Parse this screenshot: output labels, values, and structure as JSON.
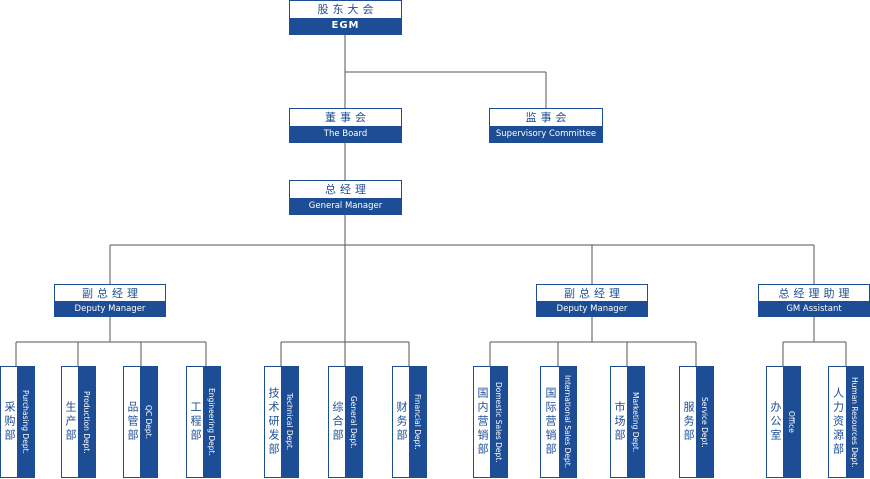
{
  "nodes": {
    "egm": {
      "cn": "股东大会",
      "en": "EGM"
    },
    "board": {
      "cn": "董事会",
      "en": "The Board"
    },
    "supervisory": {
      "cn": "监事会",
      "en": "Supervisory Committee"
    },
    "gm": {
      "cn": "总经理",
      "en": "General Manager"
    },
    "deputy1": {
      "cn": "副总经理",
      "en": "Deputy Manager"
    },
    "deputy2": {
      "cn": "副总经理",
      "en": "Deputy Manager"
    },
    "assistant": {
      "cn": "总经理助理",
      "en": "GM Assistant"
    }
  },
  "departments": [
    {
      "cn": "采购部",
      "en": "Purchasing Dept."
    },
    {
      "cn": "生产部",
      "en": "Production Dept."
    },
    {
      "cn": "品管部",
      "en": "QC Dept."
    },
    {
      "cn": "工程部",
      "en": "Engineering Dept."
    },
    {
      "cn": "技术研发部",
      "en": "Technical Dept."
    },
    {
      "cn": "综合部",
      "en": "General Dept."
    },
    {
      "cn": "财务部",
      "en": "Financial Dept."
    },
    {
      "cn": "国内营销部",
      "en": "Domestic Sales Dept."
    },
    {
      "cn": "国际营销部",
      "en": "International Sales Dept."
    },
    {
      "cn": "市场部",
      "en": "Marketing Dept."
    },
    {
      "cn": "服务部",
      "en": "Service Dept."
    },
    {
      "cn": "办公室",
      "en": "Office"
    },
    {
      "cn": "人力资源部",
      "en": "Human Resources Dept."
    }
  ],
  "colors": {
    "primary": "#1d4d94",
    "line": "#555555",
    "background": "#ffffff"
  }
}
